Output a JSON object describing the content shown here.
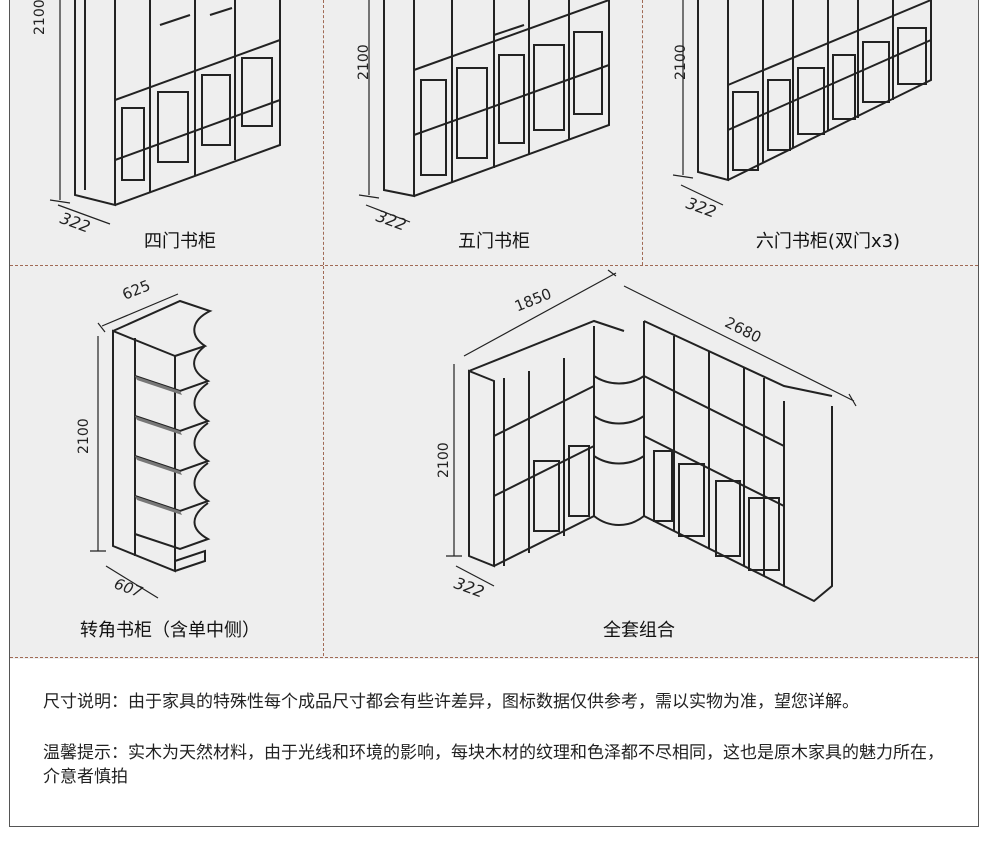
{
  "products": [
    {
      "name": "四门书柜",
      "height": "2100",
      "depth": "322"
    },
    {
      "name": "五门书柜",
      "height": "2100",
      "depth": "322"
    },
    {
      "name": "六门书柜(双门x3)",
      "height": "2100",
      "depth": "322"
    },
    {
      "name": "转角书柜（含单中侧）",
      "height": "2100",
      "width": "625",
      "depth": "607"
    },
    {
      "name": "全套组合",
      "height": "2100",
      "width_left": "1850",
      "width_right": "2680",
      "depth": "322"
    }
  ],
  "notes": {
    "size_note": "尺寸说明：由于家具的特殊性每个成品尺寸都会有些许差异，图标数据仅供参考，需以实物为准，望您详解。",
    "warm_note": "温馨提示：实木为天然材料，由于光线和环境的影响，每块木材的纹理和色泽都不尽相同，这也是原木家具的魅力所在， 介意者慎拍"
  },
  "colors": {
    "divider": "#a06a55",
    "line": "#222222",
    "panel": "#eeeeee"
  }
}
